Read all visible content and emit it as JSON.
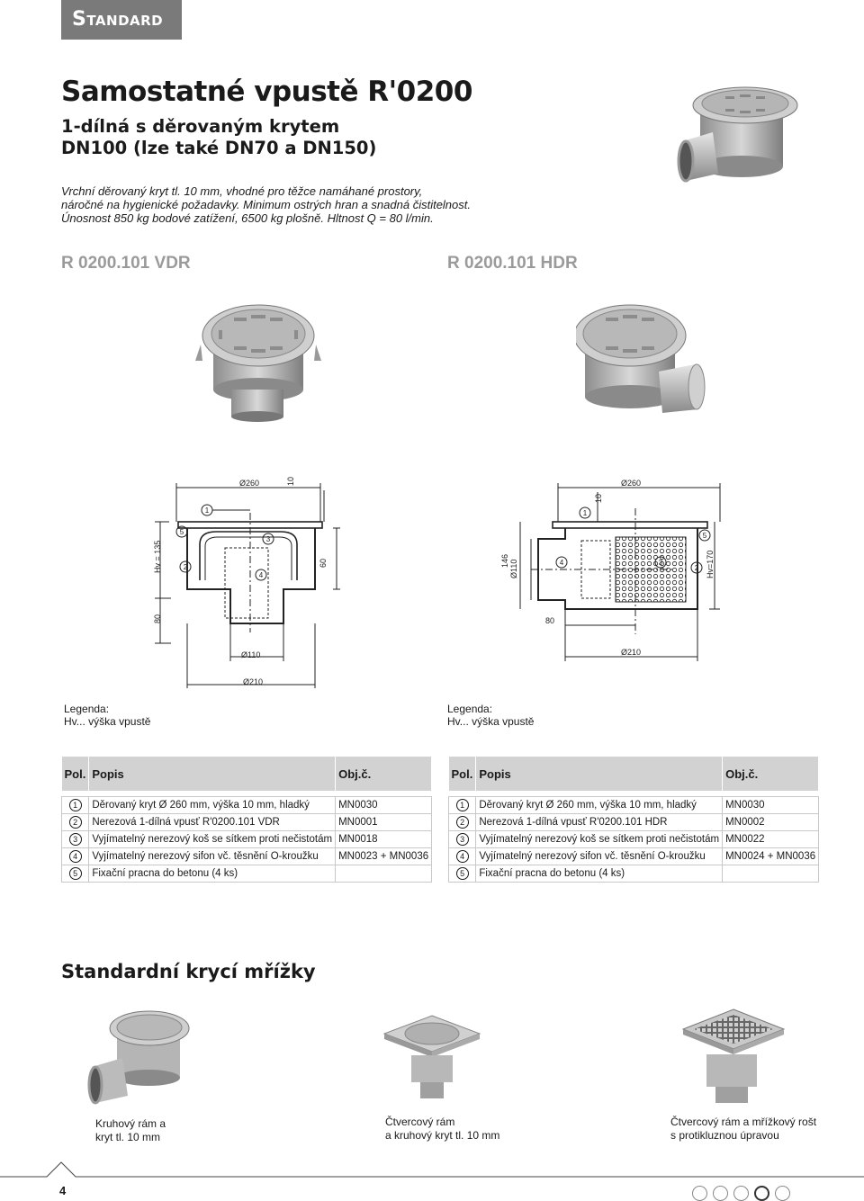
{
  "header": {
    "category": "Standard"
  },
  "product": {
    "title": "Samostatné vpustě R'0200",
    "subtitle_line1": "1-dílná s děrovaným krytem",
    "subtitle_line2": "DN100 (lze také DN70 a DN150)",
    "description": [
      "Vrchní děrovaný kryt tl. 10 mm, vhodné pro těžce namáhané prostory,",
      "náročné na hygienické požadavky. Minimum ostrých hran a snadná čistitelnost.",
      "Únosnost 850 kg bodové zatížení, 6500 kg plošně. Hltnost Q = 80 l/min."
    ]
  },
  "variants": [
    {
      "code": "R 0200.101 VDR",
      "drawing": {
        "d_top": "Ø260",
        "t_top": "10",
        "hv": "Hv = 135",
        "h_side": "60",
        "h_bottom": "80",
        "d_outlet": "Ø110",
        "d_body": "Ø210"
      },
      "legend_title": "Legenda:",
      "legend_text": "Hv... výška vpustě",
      "table": {
        "headers": [
          "Pol.",
          "Popis",
          "Obj.č."
        ],
        "rows": [
          {
            "pos": "1",
            "desc": "Děrovaný kryt Ø 260 mm, výška 10 mm, hladký",
            "code": "MN0030"
          },
          {
            "pos": "2",
            "desc": "Nerezová 1-dílná vpusť R'0200.101 VDR",
            "code": "MN0001"
          },
          {
            "pos": "3",
            "desc": "Vyjímatelný nerezový koš se sítkem proti nečistotám",
            "code": "MN0018"
          },
          {
            "pos": "4",
            "desc": "Vyjímatelný nerezový sifon vč. těsnění O-kroužku",
            "code": "MN0023 + MN0036"
          },
          {
            "pos": "5",
            "desc": "Fixační pracna do betonu (4 ks)",
            "code": ""
          }
        ]
      }
    },
    {
      "code": "R 0200.101 HDR",
      "drawing": {
        "d_top": "Ø260",
        "t_top": "10",
        "hv": "Hv=170",
        "h_outlet": "146",
        "d_outlet": "Ø110",
        "h_bottom": "80",
        "d_body": "Ø210"
      },
      "legend_title": "Legenda:",
      "legend_text": "Hv... výška vpustě",
      "table": {
        "headers": [
          "Pol.",
          "Popis",
          "Obj.č."
        ],
        "rows": [
          {
            "pos": "1",
            "desc": "Děrovaný kryt Ø 260 mm, výška 10 mm, hladký",
            "code": "MN0030"
          },
          {
            "pos": "2",
            "desc": "Nerezová 1-dílná vpusť R'0200.101 HDR",
            "code": "MN0002"
          },
          {
            "pos": "3",
            "desc": "Vyjímatelný nerezový koš se sítkem proti nečistotám",
            "code": "MN0022"
          },
          {
            "pos": "4",
            "desc": "Vyjímatelný nerezový sifon vč. těsnění O-kroužku",
            "code": "MN0024 + MN0036"
          },
          {
            "pos": "5",
            "desc": "Fixační pracna do betonu (4 ks)",
            "code": ""
          }
        ]
      }
    }
  ],
  "covers": {
    "title": "Standardní krycí mřížky",
    "items": [
      {
        "line1": "Kruhový rám a",
        "line2": "kryt tl. 10 mm"
      },
      {
        "line1": "Čtvercový rám",
        "line2": "a kruhový kryt tl. 10 mm"
      },
      {
        "line1": "Čtvercový rám a mřížkový rošt",
        "line2": "s protikluznou úpravou"
      }
    ]
  },
  "footer": {
    "page": "4",
    "active_dot": 4
  },
  "colors": {
    "tab_bg": "#7a7a7a",
    "header_bg": "#d2d2d2",
    "variant_text": "#9a9a9a"
  }
}
